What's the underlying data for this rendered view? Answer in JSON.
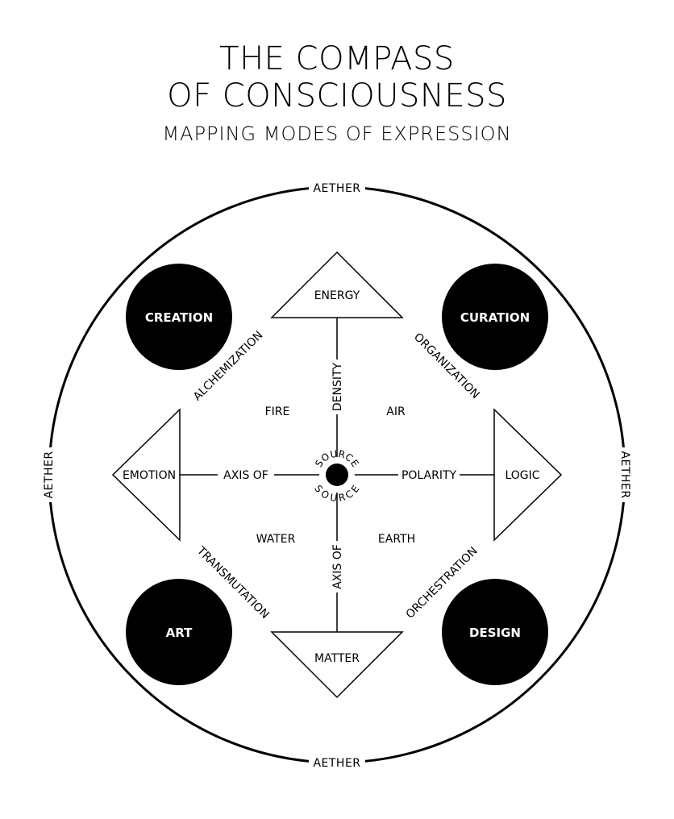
{
  "title": {
    "line1": "THE COMPASS",
    "line2": "OF CONSCIOUSNESS",
    "subtitle": "MAPPING MODES OF EXPRESSION"
  },
  "ring": {
    "top": "AETHER",
    "bottom": "AETHER",
    "left": "AETHER",
    "right": "AETHER"
  },
  "modes": {
    "top_left": "CREATION",
    "top_right": "CURATION",
    "bottom_left": "ART",
    "bottom_right": "DESIGN"
  },
  "poles": {
    "top": "ENERGY",
    "bottom": "MATTER",
    "left": "EMOTION",
    "right": "LOGIC"
  },
  "axes": {
    "vertical_upper": "DENSITY",
    "vertical_lower": "AXIS OF",
    "horizontal_left": "AXIS OF",
    "horizontal_right": "POLARITY"
  },
  "processes": {
    "top_left": "ALCHEMIZATION",
    "top_right": "ORGANIZATION",
    "bottom_left": "TRANSMUTATION",
    "bottom_right": "ORCHESTRATION"
  },
  "elements": {
    "top_left": "FIRE",
    "top_right": "AIR",
    "bottom_left": "WATER",
    "bottom_right": "EARTH"
  },
  "center": {
    "upper": "SOURCE",
    "lower": "SOURCE"
  },
  "colors": {
    "ink": "#000000",
    "paper": "#ffffff"
  }
}
